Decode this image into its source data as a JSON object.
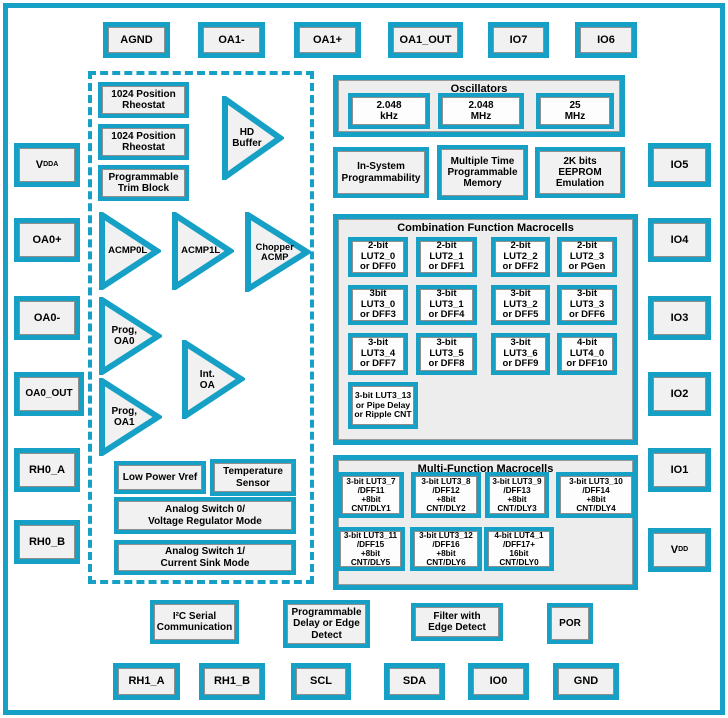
{
  "colors": {
    "accent": "#17A0C5",
    "box_fill": "#F1F1F1",
    "cell_fill": "#FDFDFD",
    "background": "#FFFFFF",
    "text": "#000000"
  },
  "pins": {
    "top": [
      {
        "label": "AGND"
      },
      {
        "label": "OA1-"
      },
      {
        "label": "OA1+"
      },
      {
        "label": "OA1_OUT"
      },
      {
        "label": "IO7"
      },
      {
        "label": "IO6"
      }
    ],
    "left": [
      {
        "label": "V",
        "sub": "DDA"
      },
      {
        "label": "OA0+"
      },
      {
        "label": "OA0-"
      },
      {
        "label": "OA0_OUT"
      },
      {
        "label": "RH0_A"
      },
      {
        "label": "RH0_B"
      }
    ],
    "right": [
      {
        "label": "IO5"
      },
      {
        "label": "IO4"
      },
      {
        "label": "IO3"
      },
      {
        "label": "IO2"
      },
      {
        "label": "IO1"
      },
      {
        "label": "V",
        "sub": "DD"
      }
    ],
    "bottom": [
      {
        "label": "RH1_A"
      },
      {
        "label": "RH1_B"
      },
      {
        "label": "SCL"
      },
      {
        "label": "SDA"
      },
      {
        "label": "IO0"
      },
      {
        "label": "GND"
      }
    ]
  },
  "analog": {
    "rheostat1": "1024 Position\nRheostat",
    "rheostat2": "1024 Position\nRheostat",
    "trim_block": "Programmable\nTrim Block",
    "hd_buffer": "HD\nBuffer",
    "acmp0l": "ACMP0L",
    "acmp1l": "ACMP1L",
    "chopper_acmp": "Chopper\nACMP",
    "prog_oa0": "Prog,\nOA0",
    "int_oa": "Int.\nOA",
    "prog_oa1": "Prog,\nOA1",
    "low_power_vref": "Low Power Vref",
    "temperature_sensor": "Temperature\nSensor",
    "analog_switch0": "Analog Switch 0/\nVoltage Regulator Mode",
    "analog_switch1": "Analog Switch 1/\nCurrent Sink Mode"
  },
  "oscillators": {
    "title": "Oscillators",
    "items": [
      "2.048\nkHz",
      "2.048\nMHz",
      "25\nMHz"
    ]
  },
  "memory_blocks": [
    "In-System\nProgrammability",
    "Multiple Time\nProgrammable\nMemory",
    "2K bits\nEEPROM\nEmulation"
  ],
  "combination": {
    "title": "Combination Function Macrocells",
    "cells": [
      "2-bit\nLUT2_0\nor DFF0",
      "2-bit\nLUT2_1\nor DFF1",
      "2-bit\nLUT2_2\nor DFF2",
      "2-bit\nLUT2_3\nor PGen",
      "3bit\nLUT3_0\nor DFF3",
      "3-bit\nLUT3_1\nor DFF4",
      "3-bit\nLUT3_2\nor DFF5",
      "3-bit\nLUT3_3\nor DFF6",
      "3-bit\nLUT3_4\nor DFF7",
      "3-bit\nLUT3_5\nor DFF8",
      "3-bit\nLUT3_6\nor DFF9",
      "4-bit\nLUT4_0\nor DFF10"
    ],
    "wide_cell": "3-bit LUT3_13\nor Pipe Delay\nor Ripple CNT"
  },
  "multifunction": {
    "title": "Multi-Function Macrocells",
    "cells": [
      "3-bit LUT3_7\n/DFF11\n+8bit\nCNT/DLY1",
      "3-bit LUT3_8\n/DFF12\n+8bit\nCNT/DLY2",
      "3-bit LUT3_9\n/DFF13\n+8bit\nCNT/DLY3",
      "3-bit LUT3_10\n/DFF14\n+8bit\nCNT/DLY4",
      "3-bit LUT3_11\n/DFF15\n+8bit\nCNT/DLY5",
      "3-bit LUT3_12\n/DFF16\n+8bit\nCNT/DLY6",
      "4-bit LUT4_1\n/DFF17+\n16bit\nCNT/DLY0"
    ]
  },
  "bottom_blocks": [
    "I²C Serial\nCommunication",
    "Programmable\nDelay or Edge\nDetect",
    "Filter with\nEdge Detect",
    "POR"
  ]
}
